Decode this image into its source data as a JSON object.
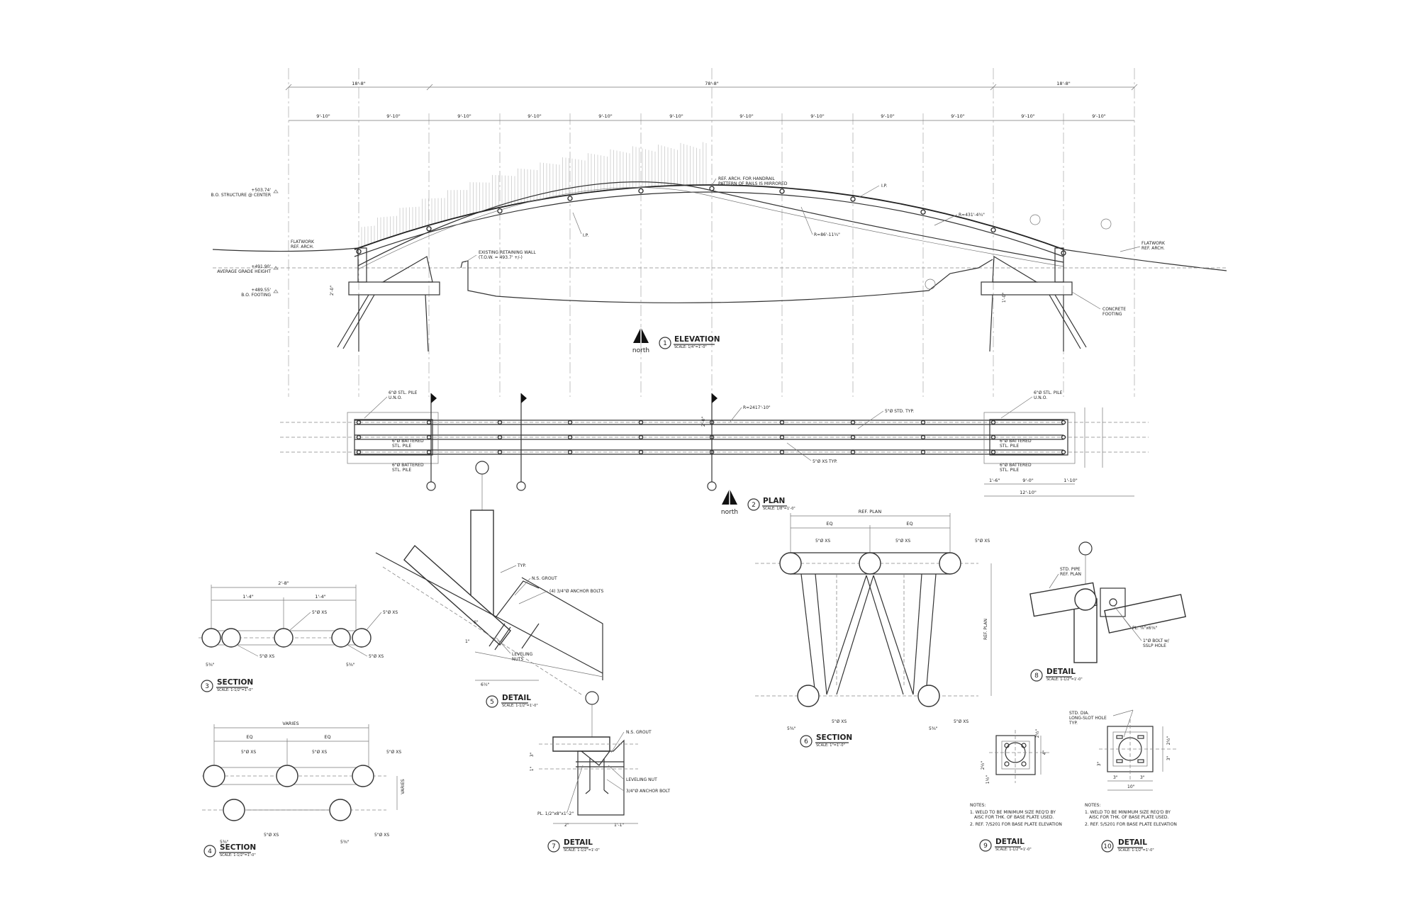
{
  "elevation": {
    "dims_top": [
      "18'-8\"",
      "78'-8\"",
      "18'-8\""
    ],
    "dims_bays": [
      "9'-10\"",
      "9'-10\"",
      "9'-10\"",
      "9'-10\"",
      "9'-10\"",
      "9'-10\"",
      "9'-10\"",
      "9'-10\"",
      "9'-10\"",
      "9'-10\"",
      "9'-10\"",
      "9'-10\""
    ],
    "elev_1": [
      "+503.74'",
      "B.O. STRUCTURE @ CENTER"
    ],
    "elev_2": [
      "+491.90'",
      "AVERAGE GRADE HEIGHT"
    ],
    "elev_3": [
      "+489.55'",
      "B.O. FOOTING"
    ],
    "flatwork_left": [
      "FLATWORK",
      "REF. ARCH."
    ],
    "flatwork_right": [
      "FLATWORK",
      "REF. ARCH."
    ],
    "retaining_wall": [
      "EXISTING RETAINING WALL",
      "(T.O.W. = 493.7' +/-)"
    ],
    "wp_left": "I.P.",
    "wp_right": "I.P.",
    "handrail_note": [
      "REF. ARCH. FOR HANDRAIL",
      "PATTERN OF RAILS IS MIRRORED"
    ],
    "radius_top": "R=431'-4¾\"",
    "radius_mid": "R=86'-11¾\"",
    "footing": [
      "CONCRETE",
      "FOOTING"
    ],
    "dim_left_vert": "2'-0\"",
    "dim_right_vert": "1'-0\"",
    "north_label": "north",
    "title_num": "1",
    "title": "ELEVATION",
    "scale": "SCALE: 1/4\"=1'-0\""
  },
  "plan": {
    "pile_tl": [
      "6\"Ø STL. PILE",
      "U.N.O."
    ],
    "pile_tr": [
      "6\"Ø STL. PILE",
      "U.N.O."
    ],
    "battered_l1": [
      "6\"Ø BATTERED",
      "STL. PILE"
    ],
    "battered_l2": [
      "6\"Ø BATTERED",
      "STL. PILE"
    ],
    "battered_r1": [
      "6\"Ø BATTERED",
      "STL. PILE"
    ],
    "battered_r2": [
      "6\"Ø BATTERED",
      "STL. PILE"
    ],
    "radius": "R=2417'-10\"",
    "std_typ": "5\"Ø STD. TYP.",
    "xs_typ": "5\"Ø XS TYP.",
    "dim_vert": "2'-0\"",
    "dim_a": "1'-6\"",
    "dim_b": "9'-0\"",
    "dim_c": "1'-10\"",
    "dim_d": "12'-10\"",
    "north_label": "north",
    "title_num": "2",
    "title": "PLAN",
    "scale": "SCALE: 1/8\"=1'-0\""
  },
  "section3": {
    "dims": [
      "2'-8\"",
      "1'-4\"",
      "1'-4\""
    ],
    "labels": [
      "5\"Ø XS",
      "5\"Ø XS",
      "5\"Ø XS",
      "5\"Ø XS"
    ],
    "small_dims": [
      "5⅜\"",
      "5⅜\""
    ],
    "title_num": "3",
    "title": "SECTION",
    "scale": "SCALE: 1-1/2\"=1'-0\""
  },
  "section4": {
    "dim_top": "VARIES",
    "dims": [
      "EQ",
      "EQ"
    ],
    "labels": [
      "5\"Ø XS",
      "5\"Ø XS",
      "5\"Ø XS",
      "5\"Ø XS",
      "5\"Ø XS"
    ],
    "vert_dim": "VARIES",
    "small_dims": [
      "5⅜\"",
      "5⅜\""
    ],
    "title_num": "4",
    "title": "SECTION",
    "scale": "SCALE: 1-1/2\"=1'-0\""
  },
  "detail5": {
    "typ": "TYP.",
    "grout": "N.S. GROUT",
    "bolts": "(4) 3/4\"Ø ANCHOR BOLTS",
    "nuts": [
      "LEVELING",
      "NUTS"
    ],
    "dim_a": "1\"",
    "dim_b": "6\"",
    "dim_c": "6½\"",
    "title_num": "5",
    "title": "DETAIL",
    "scale": "SCALE: 1-1/2\"=1'-0\""
  },
  "section6": {
    "ref_plan": "REF. PLAN",
    "dims": [
      "EQ",
      "EQ"
    ],
    "labels": [
      "5\"Ø XS",
      "5\"Ø XS",
      "5\"Ø XS",
      "5\"Ø XS",
      "5\"Ø XS"
    ],
    "vert_dim": "REF. PLAN",
    "small_dims": [
      "5⅜\"",
      "5⅜\""
    ],
    "title_num": "6",
    "title": "SECTION",
    "scale": "SCALE: 1\"=1'-0\""
  },
  "detail7": {
    "grout": "N.S. GROUT",
    "leveling": "LEVELING NUT",
    "bolt": "3/4\"Ø ANCHOR BOLT",
    "plate": "PL. 1/2\"x8\"x1'-2\"",
    "dims": [
      "3\"",
      "1\"",
      "2\"",
      "1'-1\""
    ],
    "title_num": "7",
    "title": "DETAIL",
    "scale": "SCALE: 1-1/2\"=1'-0\""
  },
  "detail8": {
    "pipe": [
      "STD. PIPE",
      "REF. PLAN"
    ],
    "plate": "PL. ⅝\"x6⅝\"",
    "bolt": [
      "1\"Ø BOLT w/",
      "SSLP HOLE"
    ],
    "title_num": "8",
    "title": "DETAIL",
    "scale": "SCALE: 1-1/2\"=1'-0\""
  },
  "detail9": {
    "dims": [
      "2½\"",
      "4\"",
      "1½\"",
      "2½\""
    ],
    "notes_head": "NOTES:",
    "notes": [
      "1. WELD TO BE MINIMUM SIZE REQ'D BY",
      "AISC FOR THK. OF BASE PLATE USED.",
      "2. REF. 7/S201 FOR BASE PLATE ELEVATION"
    ],
    "title_num": "9",
    "title": "DETAIL",
    "scale": "SCALE: 1-1/2\"=1'-0\""
  },
  "detail10": {
    "hole": [
      "STD. DIA.",
      "LONG-SLOT HOLE",
      "TYP."
    ],
    "dims": [
      "2½\"",
      "3\"",
      "3\"",
      "3\"",
      "3\"",
      "10\""
    ],
    "notes_head": "NOTES:",
    "notes": [
      "1. WELD TO BE MINIMUM SIZE REQ'D BY",
      "AISC FOR THK. OF BASE PLATE USED.",
      "2. REF. 5/S201 FOR BASE PLATE ELEVATION"
    ],
    "title_num": "10",
    "title": "DETAIL",
    "scale": "SCALE: 1-1/2\"=1'-0\""
  }
}
